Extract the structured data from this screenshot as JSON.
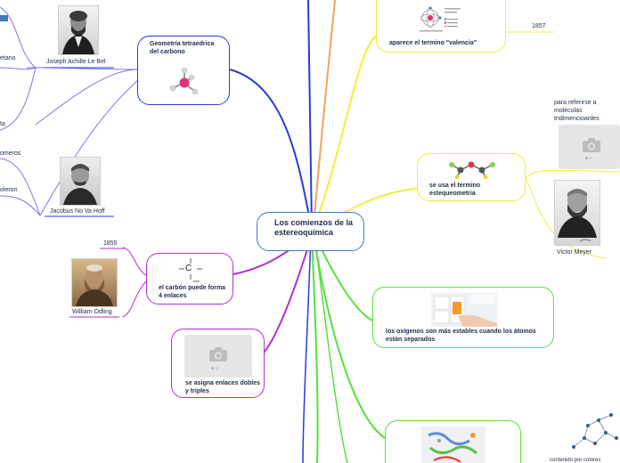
{
  "central": {
    "title": "Los comienzos de la estereoquímica"
  },
  "topics": {
    "tetraedrica": "Geometría tetraedrica del carbono",
    "valencia": "aparece el termino \"valencia\"",
    "estereometria": "se usa el termino estequeometria",
    "oxigenos": "los oxígenos son más estables cuando los átomos están separados",
    "carbono4": "el carbón puede forma 4 enlaces",
    "enlaces": "se asigna enlaces dobles y triples"
  },
  "people": {
    "lebel": "Joseph Achille Le Bel",
    "vanthoff": "Jacobus No Va Hoff",
    "odling": "William Odling",
    "meyer": "Victor Meyer"
  },
  "notes": {
    "year_1857": "1857",
    "year_1855": "1855",
    "referirse": "para referirse a moléculas tridimencioanles",
    "frag_etano": "etano",
    "frag_ta": "ta",
    "frag_omeros": "omeros",
    "frag_oleron": "oleron",
    "frag_bottom": "contenido por colores"
  },
  "carbon_symbol": "C",
  "colors": {
    "central_border": "#3b7bbf",
    "dark_blue": "#2a3bd9",
    "purple": "#b12fd6",
    "yellow": "#f2ec3a",
    "green": "#57e03a",
    "orange": "#f3a15a",
    "accent_pink": "#e0307a"
  }
}
